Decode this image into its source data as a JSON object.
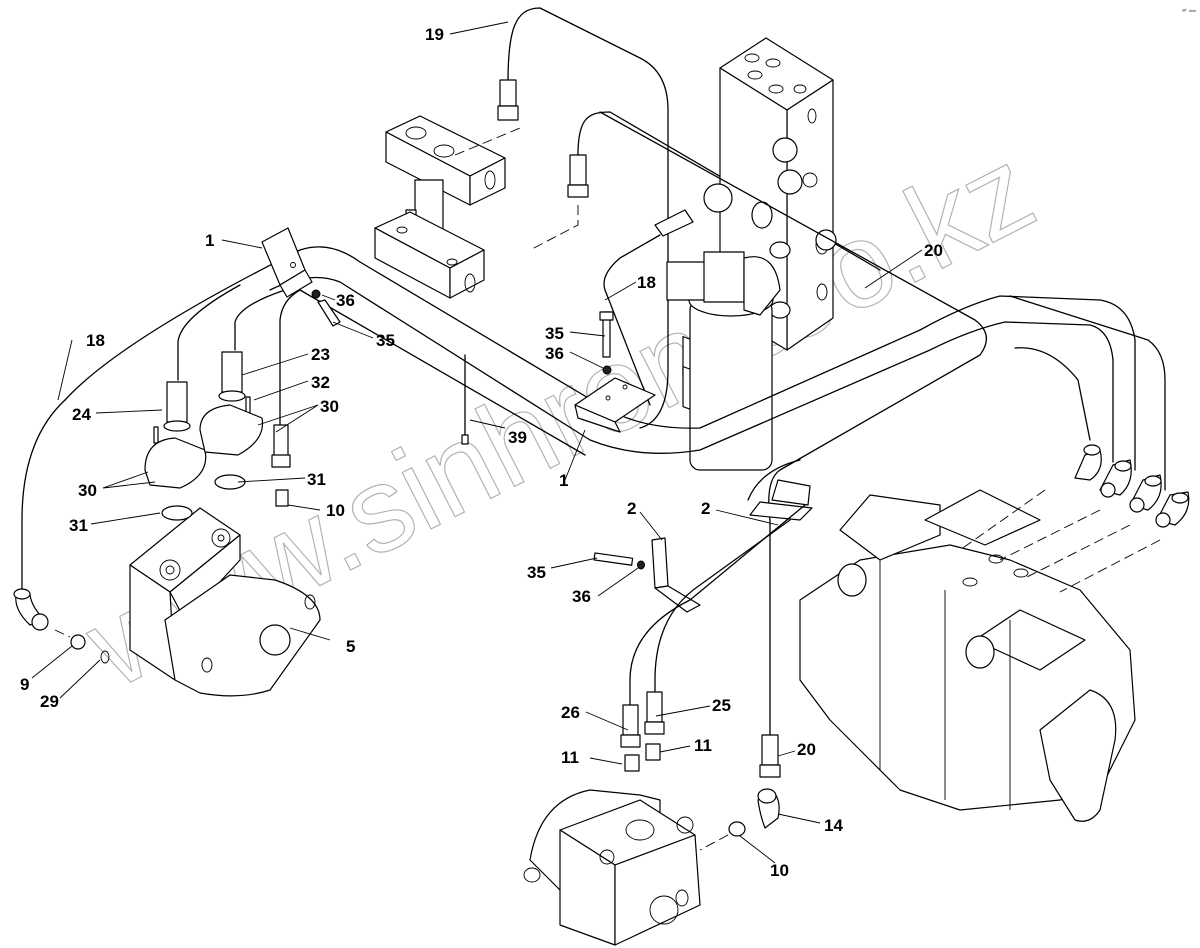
{
  "diagram": {
    "title": "Hydraulic lines assembly — exploded parts view",
    "watermark": "www.sinhron-too.kz",
    "corner_mark": "▰ ▬",
    "callouts": [
      {
        "id": "c1a",
        "label": "1"
      },
      {
        "id": "c1b",
        "label": "1"
      },
      {
        "id": "c2a",
        "label": "2"
      },
      {
        "id": "c2b",
        "label": "2"
      },
      {
        "id": "c5",
        "label": "5"
      },
      {
        "id": "c9",
        "label": "9"
      },
      {
        "id": "c10a",
        "label": "10"
      },
      {
        "id": "c10b",
        "label": "10"
      },
      {
        "id": "c11a",
        "label": "11"
      },
      {
        "id": "c11b",
        "label": "11"
      },
      {
        "id": "c14",
        "label": "14"
      },
      {
        "id": "c18a",
        "label": "18"
      },
      {
        "id": "c18b",
        "label": "18"
      },
      {
        "id": "c19",
        "label": "19"
      },
      {
        "id": "c20a",
        "label": "20"
      },
      {
        "id": "c20b",
        "label": "20"
      },
      {
        "id": "c23",
        "label": "23"
      },
      {
        "id": "c24",
        "label": "24"
      },
      {
        "id": "c25",
        "label": "25"
      },
      {
        "id": "c26",
        "label": "26"
      },
      {
        "id": "c29",
        "label": "29"
      },
      {
        "id": "c30a",
        "label": "30"
      },
      {
        "id": "c30b",
        "label": "30"
      },
      {
        "id": "c31a",
        "label": "31"
      },
      {
        "id": "c31b",
        "label": "31"
      },
      {
        "id": "c32",
        "label": "32"
      },
      {
        "id": "c35a",
        "label": "35"
      },
      {
        "id": "c35b",
        "label": "35"
      },
      {
        "id": "c35c",
        "label": "35"
      },
      {
        "id": "c36a",
        "label": "36"
      },
      {
        "id": "c36b",
        "label": "36"
      },
      {
        "id": "c36c",
        "label": "36"
      },
      {
        "id": "c39",
        "label": "39"
      }
    ]
  }
}
